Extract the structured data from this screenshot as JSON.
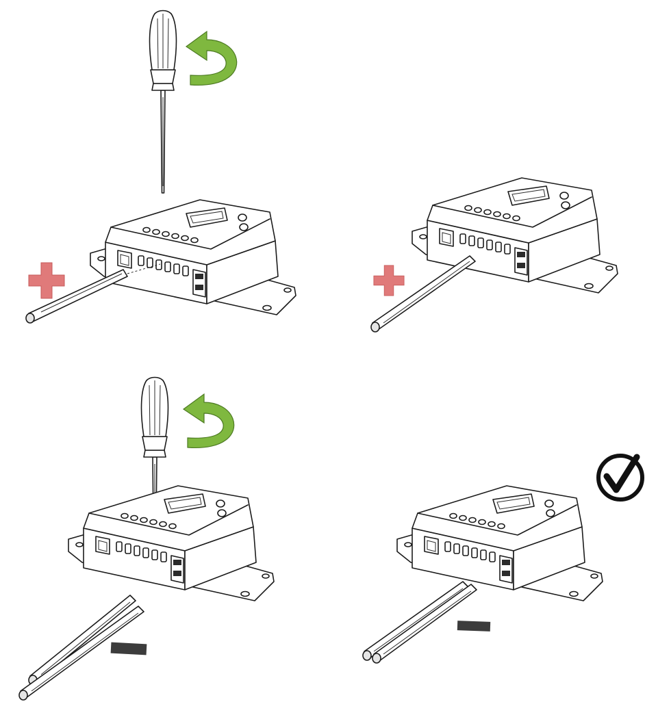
{
  "figure": {
    "steps": [
      {
        "id": "step-1",
        "polarity": "positive",
        "symbol": "plus",
        "tool": "screwdriver",
        "action": "loosen-terminal",
        "wires": 1
      },
      {
        "id": "step-2",
        "polarity": "positive",
        "symbol": "plus",
        "tool": "none",
        "action": "wire-inserted",
        "wires": 1
      },
      {
        "id": "step-3",
        "polarity": "negative",
        "symbol": "minus",
        "tool": "screwdriver",
        "action": "loosen-terminal",
        "wires": 2
      },
      {
        "id": "step-4",
        "polarity": "negative",
        "symbol": "minus",
        "tool": "none",
        "action": "done",
        "wires": 2,
        "check": true
      }
    ],
    "icons": [
      "screwdriver-icon",
      "rotation-arrow-icon",
      "plus-sign-icon",
      "minus-sign-icon",
      "checkmark-icon",
      "charge-controller-icon",
      "wire-icon"
    ],
    "colors": {
      "plus": "#e07a7a",
      "minus": "#3c3c3c",
      "arrow": "#7fb83f",
      "line": "#1b1b1b",
      "background": "#ffffff"
    }
  }
}
